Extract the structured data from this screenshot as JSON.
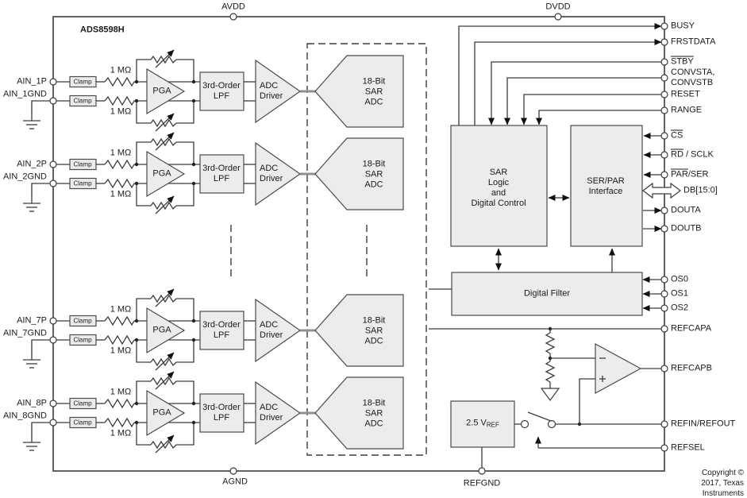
{
  "title": "ADS8598H",
  "power_pins": {
    "avdd": "AVDD",
    "dvdd": "DVDD",
    "agnd": "AGND",
    "refgnd": "REFGND"
  },
  "copyright": "Copyright © 2017, Texas Instruments Incorporated",
  "channels": [
    {
      "p_label": "AIN_1P",
      "gnd_label": "AIN_1GND",
      "res_top": "1 MΩ",
      "res_bot": "1 MΩ",
      "clamp_top": "Clamp",
      "clamp_bot": "Clamp",
      "pga": "PGA",
      "lpf": "3rd-Order\nLPF",
      "driver": "ADC\nDriver",
      "adc": "18-Bit\nSAR\nADC"
    },
    {
      "p_label": "AIN_2P",
      "gnd_label": "AIN_2GND",
      "res_top": "1 MΩ",
      "res_bot": "1 MΩ",
      "clamp_top": "Clamp",
      "clamp_bot": "Clamp",
      "pga": "PGA",
      "lpf": "3rd-Order\nLPF",
      "driver": "ADC\nDriver",
      "adc": "18-Bit\nSAR\nADC"
    },
    {
      "p_label": "AIN_7P",
      "gnd_label": "AIN_7GND",
      "res_top": "1 MΩ",
      "res_bot": "1 MΩ",
      "clamp_top": "Clamp",
      "clamp_bot": "Clamp",
      "pga": "PGA",
      "lpf": "3rd-Order\nLPF",
      "driver": "ADC\nDriver",
      "adc": "18-Bit\nSAR\nADC"
    },
    {
      "p_label": "AIN_8P",
      "gnd_label": "AIN_8GND",
      "res_top": "1 MΩ",
      "res_bot": "1 MΩ",
      "clamp_top": "Clamp",
      "clamp_bot": "Clamp",
      "pga": "PGA",
      "lpf": "3rd-Order\nLPF",
      "driver": "ADC\nDriver",
      "adc": "18-Bit\nSAR\nADC"
    }
  ],
  "blocks": {
    "sar_logic": "SAR\nLogic\nand\nDigital Control",
    "serpar": "SER/PAR\nInterface",
    "digital_filter": "Digital Filter",
    "vref": {
      "main": "2.5 V",
      "sub": "REF"
    }
  },
  "pins_right": {
    "busy": "BUSY",
    "frstdata": "FRSTDATA",
    "stby": "STBY",
    "convst": "CONVSTA, CONVSTB",
    "reset": "RESET",
    "range": "RANGE",
    "cs": "CS",
    "rd": {
      "over": "RD",
      "rest": " / SCLK"
    },
    "parser": {
      "over": "PAR",
      "rest": "/SER"
    },
    "db": "DB[15:0]",
    "douta": "DOUTA",
    "doutb": "DOUTB",
    "os0": "OS0",
    "os1": "OS1",
    "os2": "OS2",
    "refcapa": "REFCAPA",
    "refcapb": "REFCAPB",
    "refin": "REFIN/REFOUT",
    "refsel": "REFSEL"
  },
  "colors": {
    "line": "#3c3c3c",
    "block_fill": "#ececec",
    "stub_gray": "#909090"
  }
}
